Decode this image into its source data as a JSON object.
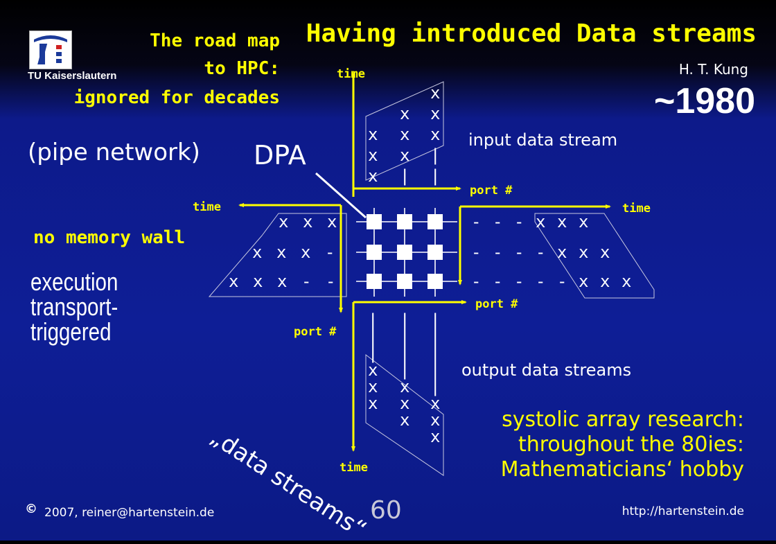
{
  "header": {
    "logo_caption": "TU Kaiserslautern",
    "roadmap_line1": "The road map",
    "roadmap_line2": "to HPC:",
    "roadmap_line3": "ignored for decades",
    "title": "Having introduced Data streams",
    "author": "H. T. Kung",
    "year": "~1980"
  },
  "left": {
    "pipe_network": "(pipe network)",
    "dpa": "DPA",
    "no_memory_wall": "no memory wall",
    "execution": "execution",
    "transport": "transport-",
    "triggered": "triggered",
    "data_streams": "„data streams“"
  },
  "diagram": {
    "time_label": "time",
    "port_label": "port #",
    "input_label": "input data stream",
    "output_label": "output data streams",
    "mark_x": "x",
    "mark_dash": "-",
    "mark_bar": "|"
  },
  "notes": {
    "line1": "systolic array research:",
    "line2": "throughout the 80ies:",
    "line3": "Mathematicians‘ hobby"
  },
  "footer": {
    "copyright_symbol": "©",
    "year_email": "2007, reiner@hartenstein.de",
    "page_number": "60",
    "url": "http://hartenstein.de"
  },
  "colors": {
    "accent": "#ffff00",
    "background": "#0e1e96",
    "text": "#ffffff"
  }
}
